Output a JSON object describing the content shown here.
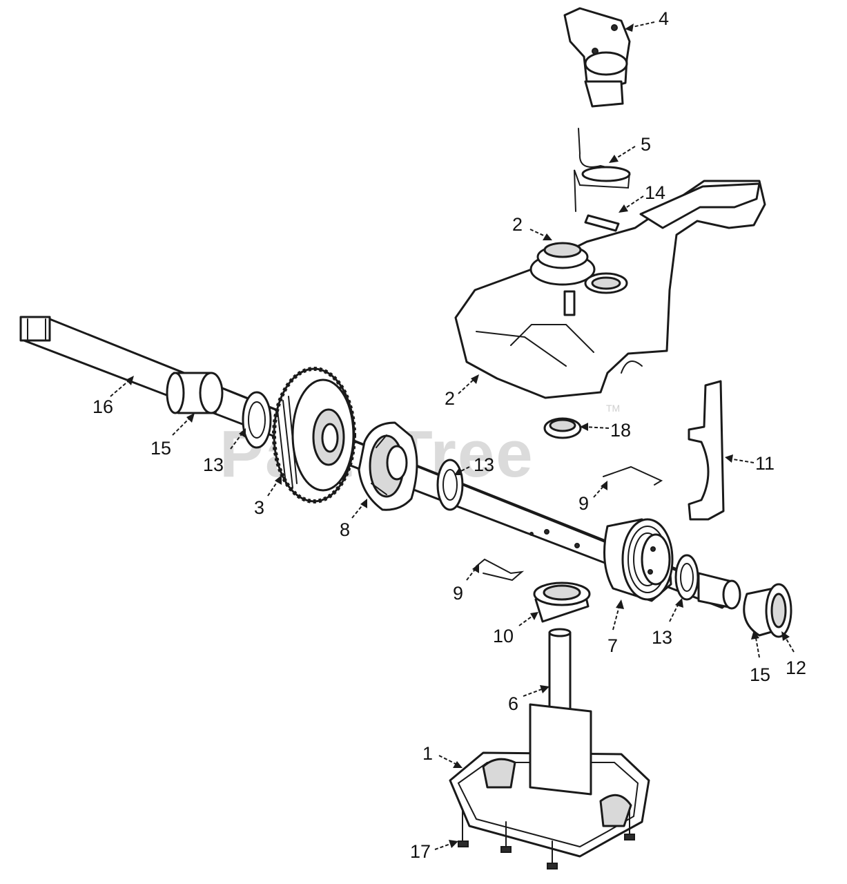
{
  "watermark": {
    "text": "PartsTree",
    "trademark": "TM"
  },
  "callouts": [
    {
      "id": "c4",
      "label": "4"
    },
    {
      "id": "c5",
      "label": "5"
    },
    {
      "id": "c14",
      "label": "14"
    },
    {
      "id": "c2a",
      "label": "2"
    },
    {
      "id": "c2b",
      "label": "2"
    },
    {
      "id": "c16",
      "label": "16"
    },
    {
      "id": "c15a",
      "label": "15"
    },
    {
      "id": "c13a",
      "label": "13"
    },
    {
      "id": "c3",
      "label": "3"
    },
    {
      "id": "c13b",
      "label": "13"
    },
    {
      "id": "c8",
      "label": "8"
    },
    {
      "id": "c18",
      "label": "18"
    },
    {
      "id": "c11",
      "label": "11"
    },
    {
      "id": "c9a",
      "label": "9"
    },
    {
      "id": "c9b",
      "label": "9"
    },
    {
      "id": "c10",
      "label": "10"
    },
    {
      "id": "c7",
      "label": "7"
    },
    {
      "id": "c13c",
      "label": "13"
    },
    {
      "id": "c15b",
      "label": "15"
    },
    {
      "id": "c12",
      "label": "12"
    },
    {
      "id": "c6",
      "label": "6"
    },
    {
      "id": "c1",
      "label": "1"
    },
    {
      "id": "c17",
      "label": "17"
    }
  ]
}
